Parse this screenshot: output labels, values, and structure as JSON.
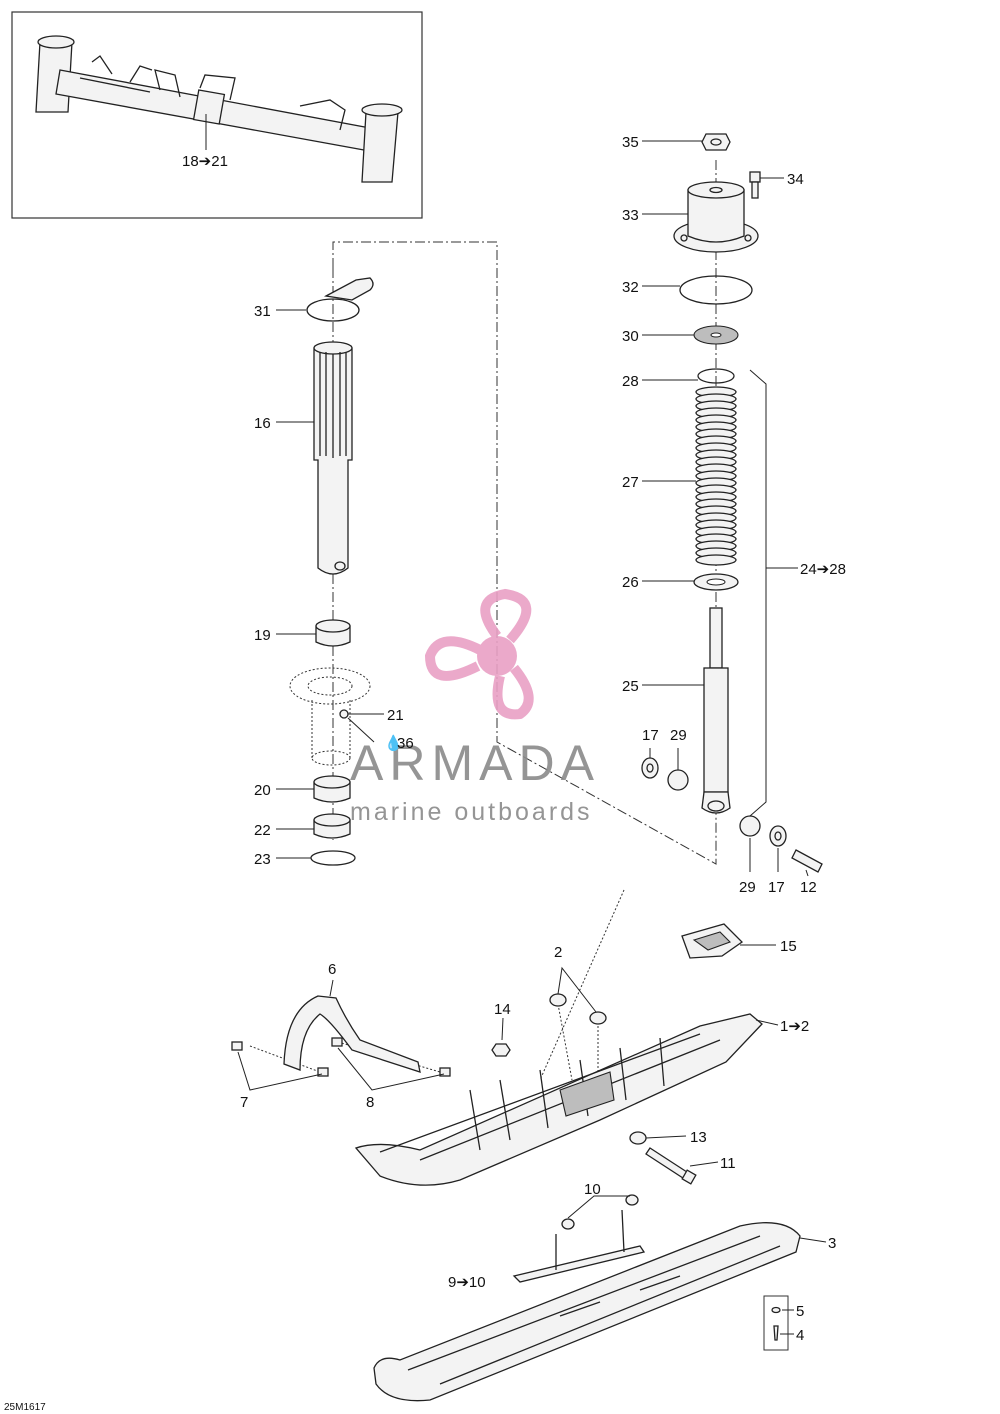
{
  "diagram_id": "25M1617",
  "watermark": {
    "brand": "ARMADA",
    "tagline": "marine outboards",
    "color_logo": "#e9a0c5",
    "color_text": "#8a8a8a"
  },
  "callouts": {
    "c18_21": "18➔21",
    "c35": "35",
    "c34": "34",
    "c33": "33",
    "c32": "32",
    "c30": "30",
    "c28": "28",
    "c27": "27",
    "c26": "26",
    "c25": "25",
    "c24_28": "24➔28",
    "c31": "31",
    "c16": "16",
    "c19": "19",
    "c21": "21",
    "c36": "36",
    "c20": "20",
    "c22": "22",
    "c23": "23",
    "c17a": "17",
    "c29a": "29",
    "c29b": "29",
    "c17b": "17",
    "c12": "12",
    "c15": "15",
    "c6": "6",
    "c2": "2",
    "c14": "14",
    "c1_2": "1➔2",
    "c7": "7",
    "c8": "8",
    "c13": "13",
    "c11": "11",
    "c10": "10",
    "c9_10": "9➔10",
    "c3": "3",
    "c5": "5",
    "c4": "4"
  }
}
